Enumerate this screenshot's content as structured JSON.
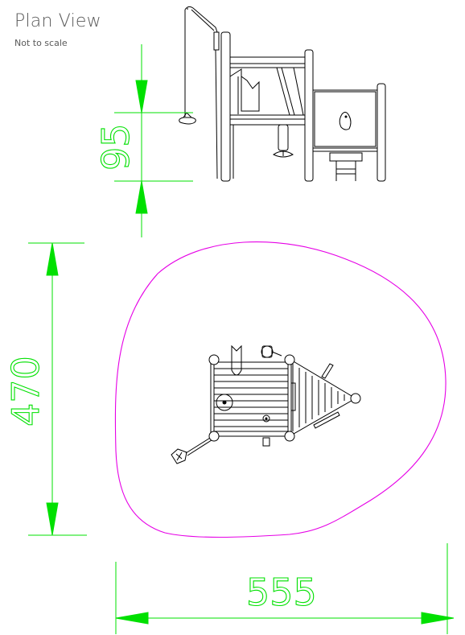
{
  "header": {
    "title": "Plan View",
    "subtitle": "Not to scale"
  },
  "dimensions": {
    "height_label": "95",
    "depth_label": "470",
    "width_label": "555"
  },
  "colors": {
    "dimension": "#00e000",
    "boundary": "#e600e6",
    "linework": "#000000",
    "title_text": "#5a5a5a"
  }
}
